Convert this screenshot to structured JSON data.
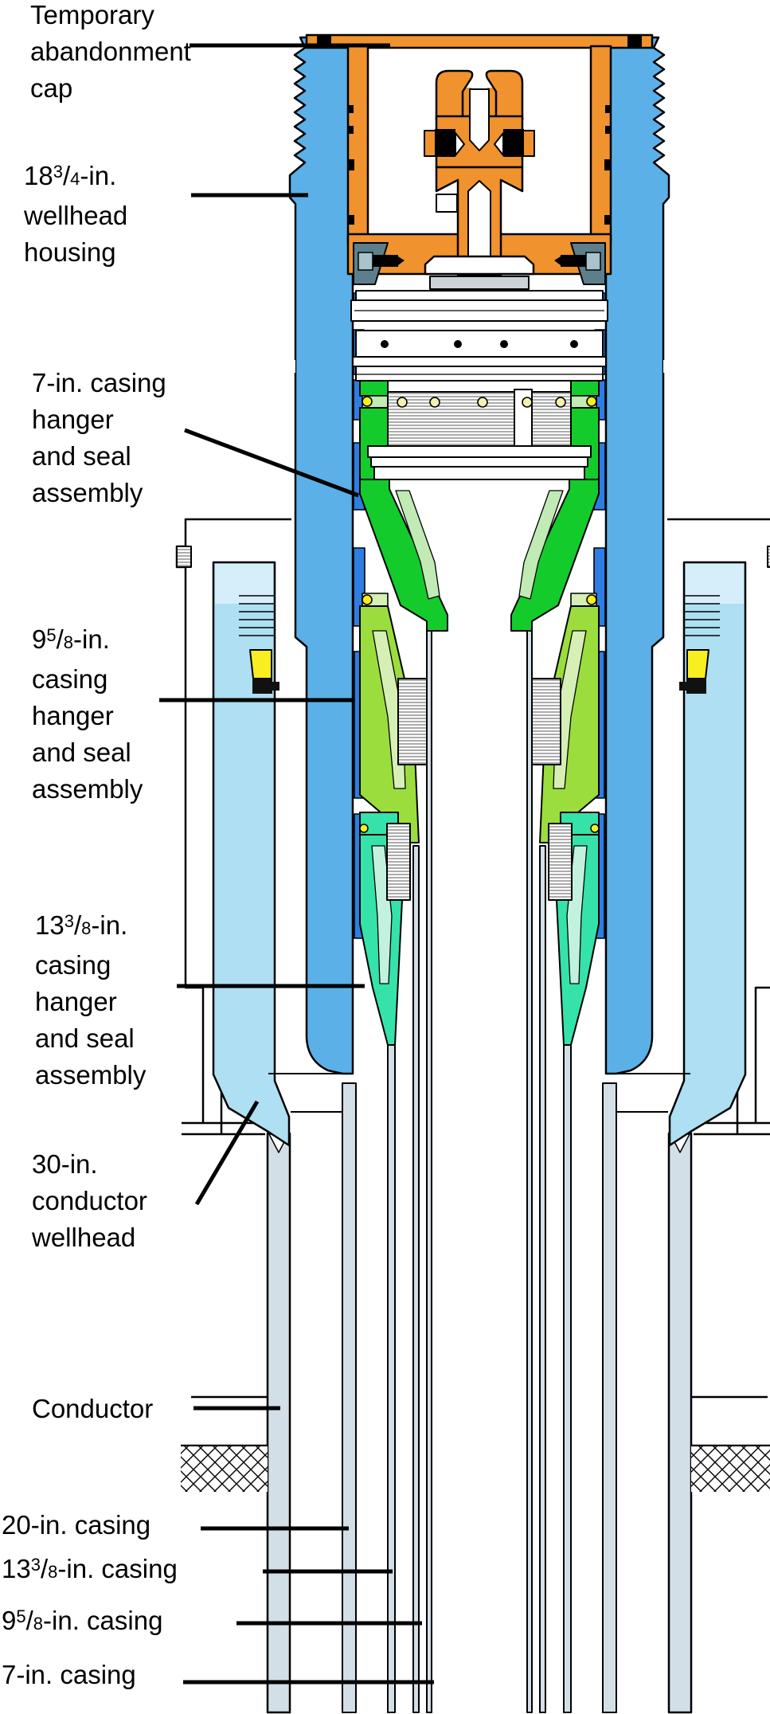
{
  "diagram": {
    "kind": "wellhead-system-cross-section",
    "labels": [
      {
        "id": "temporary-abandonment-cap",
        "lines": [
          "Temporary",
          "abandonment",
          "cap"
        ]
      },
      {
        "id": "wellhead-housing-18-3-4",
        "lines": [
          "18{3/4}-in.",
          "wellhead",
          "housing"
        ]
      },
      {
        "id": "casing-hanger-7-in",
        "lines": [
          "7-in. casing",
          "hanger",
          "and seal",
          "assembly"
        ]
      },
      {
        "id": "casing-hanger-9-5-8-in",
        "lines": [
          "9{5/8}-in.",
          "casing",
          "hanger",
          "and seal",
          "assembly"
        ]
      },
      {
        "id": "casing-hanger-13-3-8-in",
        "lines": [
          "13{3/8}-in.",
          "casing",
          "hanger",
          "and seal",
          "assembly"
        ]
      },
      {
        "id": "conductor-wellhead-30-in",
        "lines": [
          "30-in.",
          "conductor",
          "wellhead"
        ]
      },
      {
        "id": "conductor",
        "lines": [
          "Conductor"
        ]
      },
      {
        "id": "casing-20-in",
        "lines": [
          "20-in. casing"
        ]
      },
      {
        "id": "casing-13-3-8-in",
        "lines": [
          "13{3/8}-in. casing"
        ]
      },
      {
        "id": "casing-9-5-8-in",
        "lines": [
          "9{5/8}-in. casing"
        ]
      },
      {
        "id": "casing-7-in",
        "lines": [
          "7-in. casing"
        ]
      }
    ],
    "colors": {
      "cap_orange": "#f0922d",
      "housing_blue": "#5cb0e8",
      "conductor_wellhead_lightblue": "#aedff2",
      "conductor_wellhead_top_strip": "#d6eef9",
      "hanger_7in_green": "#14cb2c",
      "hanger_7in_pale": "#c2eab5",
      "hanger_9in_yellowgreen": "#9bdd3c",
      "hanger_9in_pale": "#d5efb5",
      "hanger_13in_teal": "#35e2aa",
      "hanger_13in_pale": "#c2f2de",
      "seal_blue": "#2e7de2",
      "seal_yellow": "#f8ee20",
      "pipe_gray": "#d3dfe6",
      "lock_gray": "#5d7f8c",
      "lock_gray_light": "#a9c2cc",
      "pedestal_gray": "#ccd3d7",
      "outline": "#000000"
    }
  }
}
